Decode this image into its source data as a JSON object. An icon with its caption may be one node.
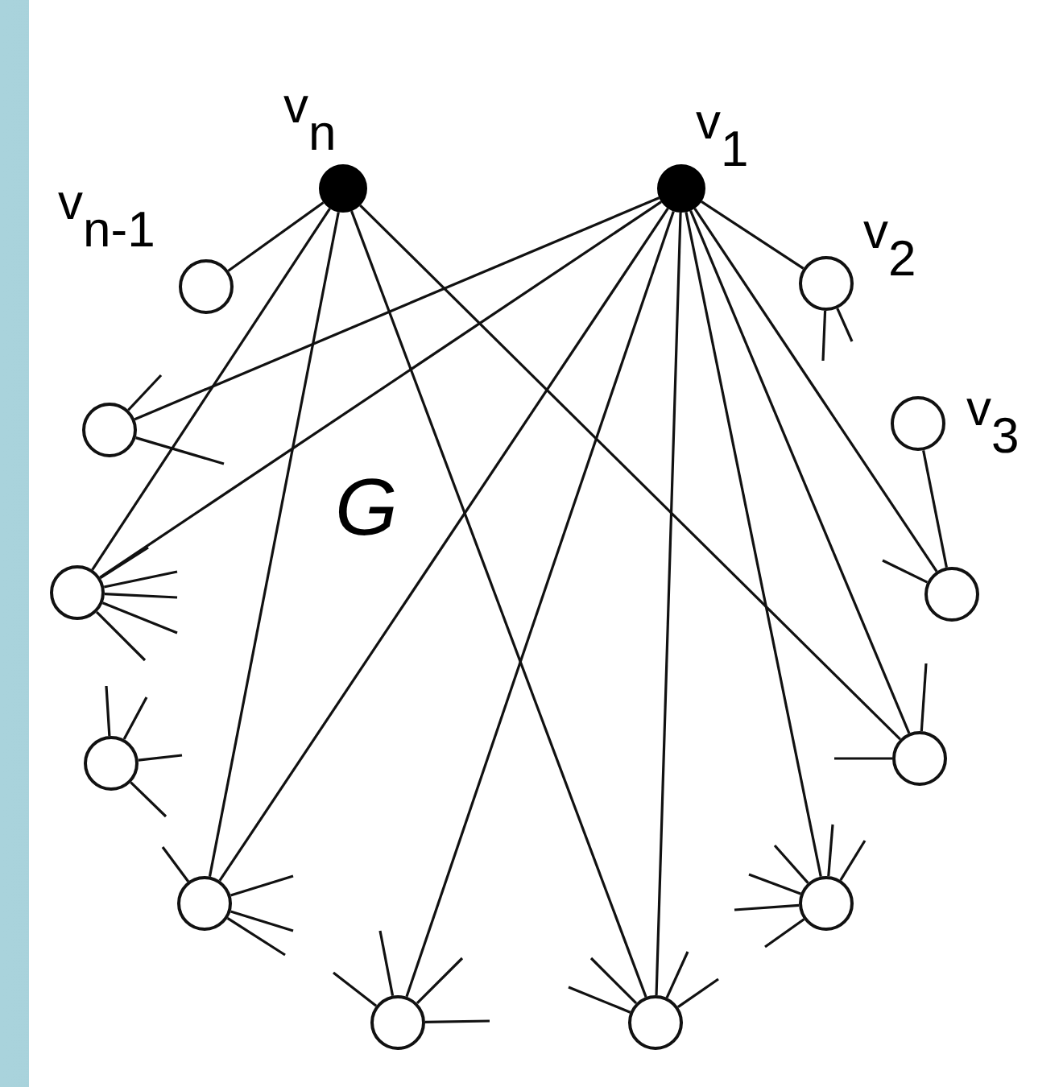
{
  "diagram": {
    "nodes": [
      {
        "text": [],
        "shape": "circle",
        "beside": [
          "v$_{n}$"
        ]
      },
      {
        "text": [],
        "shape": "circle",
        "beside": [
          "v$_{1}$"
        ]
      },
      {
        "text": [],
        "shape": "circle",
        "beside": [
          "v$_{n-1}$"
        ]
      },
      {
        "text": [],
        "shape": "circle",
        "beside": [
          "v$_{2}$"
        ]
      },
      {
        "text": [],
        "shape": "circle"
      },
      {
        "text": [],
        "shape": "circle",
        "beside": [
          "v$_{3}$"
        ]
      },
      {
        "text": [],
        "shape": "circle"
      },
      {
        "text": [],
        "shape": "circle"
      },
      {
        "text": [],
        "shape": "circle"
      },
      {
        "text": [],
        "shape": "circle"
      },
      {
        "text": [],
        "shape": "circle"
      },
      {
        "text": [],
        "shape": "circle"
      },
      {
        "text": [],
        "shape": "circle"
      },
      {
        "text": [],
        "shape": "circle"
      }
    ],
    "edges": [
      {
        "from": 0,
        "to": 2,
        "arrow": "none"
      },
      {
        "from": 0,
        "to": 6,
        "arrow": "none"
      },
      {
        "from": 0,
        "to": 10,
        "arrow": "none"
      },
      {
        "from": 0,
        "to": 13,
        "arrow": "none"
      },
      {
        "from": 0,
        "to": 8,
        "arrow": "none"
      },
      {
        "from": 1,
        "to": 4,
        "arrow": "none"
      },
      {
        "from": 1,
        "to": 6,
        "arrow": "none"
      },
      {
        "from": 1,
        "to": 10,
        "arrow": "none"
      },
      {
        "from": 1,
        "to": 12,
        "arrow": "none"
      },
      {
        "from": 1,
        "to": 13,
        "arrow": "none"
      },
      {
        "from": 1,
        "to": 11,
        "arrow": "none"
      },
      {
        "from": 1,
        "to": 8,
        "arrow": "none"
      },
      {
        "from": 1,
        "to": 7,
        "arrow": "none"
      },
      {
        "from": 1,
        "to": 3,
        "arrow": "none"
      },
      {
        "from": 5,
        "to": 7,
        "arrow": "none"
      },
      {
        "from": 4,
        "to": null,
        "arrow": "none"
      },
      {
        "from": 4,
        "to": null,
        "arrow": "none"
      },
      {
        "from": 6,
        "to": null,
        "arrow": "none"
      },
      {
        "from": 6,
        "to": null,
        "arrow": "none"
      },
      {
        "from": 6,
        "to": null,
        "arrow": "none"
      },
      {
        "from": 6,
        "to": null,
        "arrow": "none"
      },
      {
        "from": 6,
        "to": null,
        "arrow": "none"
      },
      {
        "from": 9,
        "to": null,
        "arrow": "none"
      },
      {
        "from": 9,
        "to": null,
        "arrow": "none"
      },
      {
        "from": 9,
        "to": null,
        "arrow": "none"
      },
      {
        "from": 9,
        "to": null,
        "arrow": "none"
      },
      {
        "from": 10,
        "to": null,
        "arrow": "none"
      },
      {
        "from": 10,
        "to": null,
        "arrow": "none"
      },
      {
        "from": 10,
        "to": null,
        "arrow": "none"
      },
      {
        "from": 10,
        "to": null,
        "arrow": "none"
      },
      {
        "from": 12,
        "to": null,
        "arrow": "none"
      },
      {
        "from": 12,
        "to": null,
        "arrow": "none"
      },
      {
        "from": 12,
        "to": null,
        "arrow": "none"
      },
      {
        "from": 12,
        "to": null,
        "arrow": "none"
      },
      {
        "from": 13,
        "to": null,
        "arrow": "none"
      },
      {
        "from": 13,
        "to": null,
        "arrow": "none"
      },
      {
        "from": 13,
        "to": null,
        "arrow": "none"
      },
      {
        "from": 13,
        "to": null,
        "arrow": "none"
      },
      {
        "from": 11,
        "to": null,
        "arrow": "none"
      },
      {
        "from": 11,
        "to": null,
        "arrow": "none"
      },
      {
        "from": 11,
        "to": null,
        "arrow": "none"
      },
      {
        "from": 11,
        "to": null,
        "arrow": "none"
      },
      {
        "from": 11,
        "to": null,
        "arrow": "none"
      },
      {
        "from": 11,
        "to": null,
        "arrow": "none"
      },
      {
        "from": 8,
        "to": null,
        "arrow": "none"
      },
      {
        "from": 8,
        "to": null,
        "arrow": "none"
      },
      {
        "from": 7,
        "to": null,
        "arrow": "none"
      },
      {
        "from": 3,
        "to": null,
        "arrow": "none"
      },
      {
        "from": 3,
        "to": null,
        "arrow": "none"
      }
    ],
    "labels": [
      "G"
    ]
  }
}
